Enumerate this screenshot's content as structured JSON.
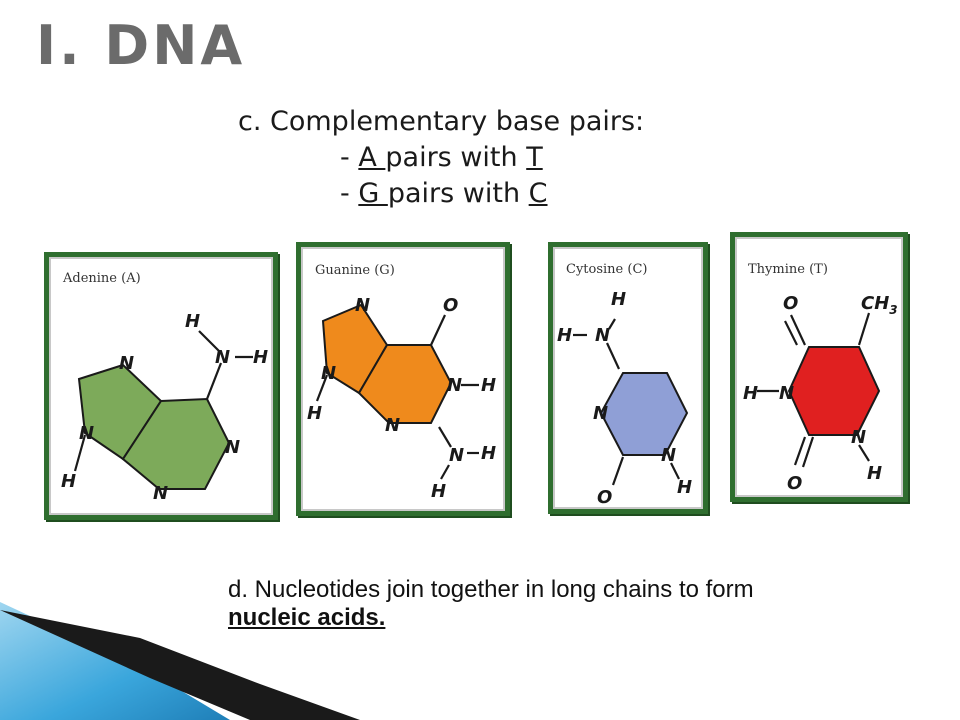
{
  "slide": {
    "title": "I.  DNA",
    "pairs_heading": "c. Complementary base pairs:",
    "pair1": {
      "dash": "- ",
      "first": "A ",
      "mid": "pairs with ",
      "second": "T"
    },
    "pair2": {
      "dash": "- ",
      "first": "G ",
      "mid": "pairs with ",
      "second": "C"
    },
    "footer_text": "d. Nucleotides join together in long chains to form",
    "footer_term": " nucleic acids."
  },
  "bases": {
    "adenine": {
      "label": "Adenine (A)",
      "color": "#7daa5a"
    },
    "guanine": {
      "label": "Guanine (G)",
      "color": "#ef8a1c"
    },
    "cytosine": {
      "label": "Cytosine (C)",
      "color": "#8f9fd6"
    },
    "thymine": {
      "label": "Thymine (T)",
      "color": "#e02020"
    }
  },
  "atoms": {
    "N": "N",
    "H": "H",
    "O": "O",
    "CH": "CH",
    "sub3": "3"
  },
  "colors": {
    "frame": "#2f6e2f",
    "title": "#6b6b6b",
    "swoosh_dark": "#1a1a1a",
    "swoosh_light": "#5bbde6"
  }
}
